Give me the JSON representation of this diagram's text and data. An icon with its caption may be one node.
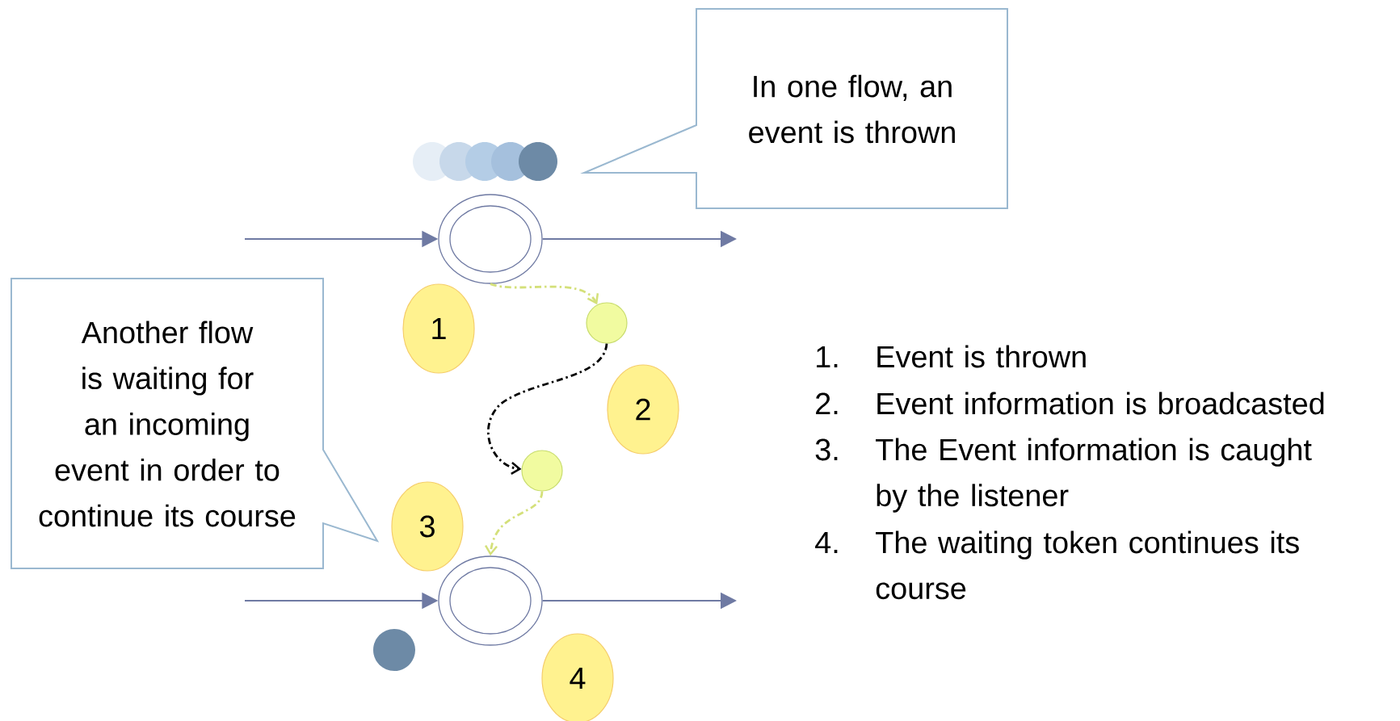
{
  "diagram": {
    "nodes": [
      {
        "text": [
          "In one flow, an event is thrown"
        ]
      },
      {
        "text": [
          "Another flow is waiting for an incoming event in order to continue its course"
        ]
      },
      {
        "text": [],
        "shape": "circle"
      },
      {
        "text": [],
        "shape": "circle"
      },
      {
        "text": [],
        "shape": "circle"
      },
      {
        "text": [],
        "shape": "circle"
      },
      {
        "text": [
          "1"
        ]
      },
      {
        "text": [
          "2"
        ]
      },
      {
        "text": [
          "3"
        ]
      },
      {
        "text": [
          "4"
        ]
      }
    ],
    "edges": [
      {
        "from": null,
        "to": 2,
        "arrow": "to"
      },
      {
        "from": 2,
        "to": null,
        "arrow": "to"
      },
      {
        "from": null,
        "to": 5,
        "arrow": "to"
      },
      {
        "from": 5,
        "to": null,
        "arrow": "to"
      },
      {
        "from": 2,
        "to": 3,
        "arrow": "to",
        "style": "dashed",
        "color": "#d4e07a"
      },
      {
        "from": 3,
        "to": 4,
        "arrow": "to",
        "style": "dashed",
        "color": "#000000"
      },
      {
        "from": 4,
        "to": 5,
        "arrow": "to",
        "style": "dashed",
        "color": "#d4e07a"
      }
    ],
    "labels": [
      "1.",
      "Event is thrown",
      "2.",
      "Event information is broadcasted",
      "3.",
      "The Event information is caught by the listener",
      "4.",
      "The waiting token continues its course"
    ]
  }
}
